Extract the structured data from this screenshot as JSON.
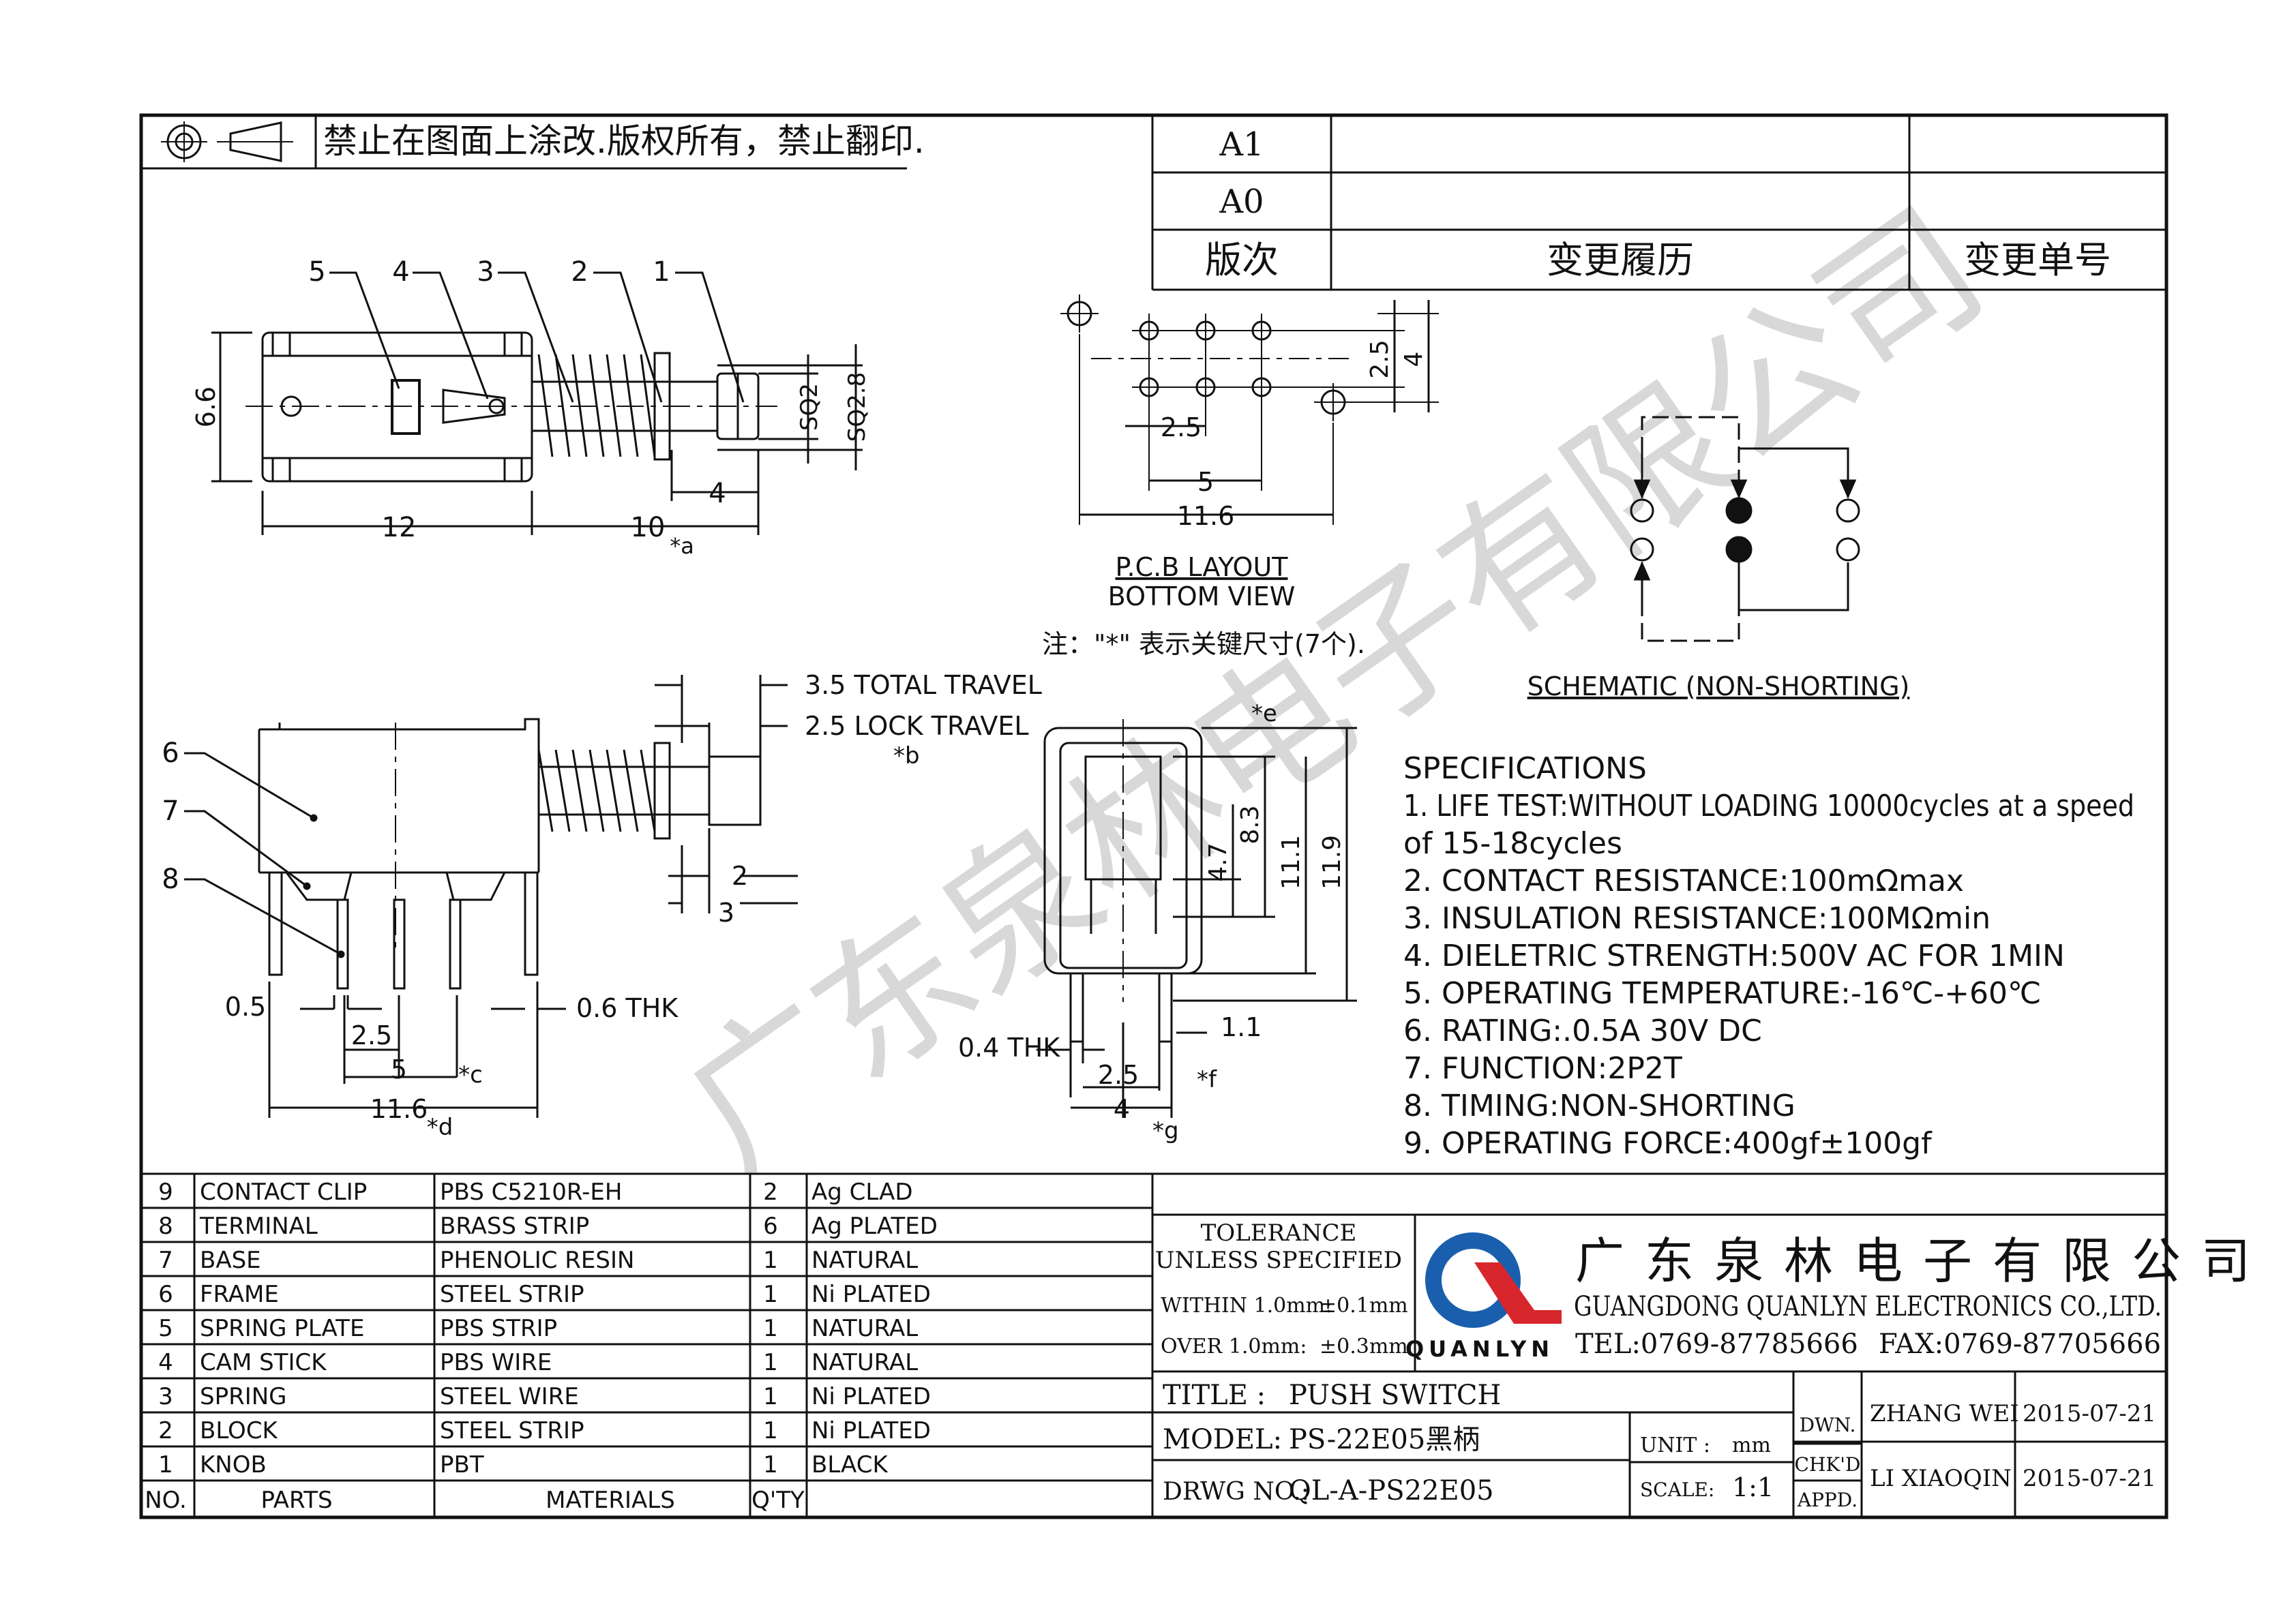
{
  "header": {
    "prohibit_text": "禁止在图面上涂改.版权所有，禁止翻印.",
    "rev_rows": [
      {
        "rev": "A1",
        "history": "",
        "ecn": ""
      },
      {
        "rev": "A0",
        "history": "",
        "ecn": ""
      }
    ],
    "rev_header": {
      "rev": "版次",
      "history": "变更履历",
      "ecn": "变更单号"
    }
  },
  "drawing": {
    "top_view": {
      "callouts": [
        "5",
        "4",
        "3",
        "2",
        "1"
      ],
      "dims": {
        "height": "6.6",
        "length": "12",
        "plunger": "10",
        "plunger_mark": "*a",
        "tip": "4",
        "sq2": "SQ2",
        "sq28": "SQ2.8"
      }
    },
    "pcb": {
      "dims": {
        "pitch_x": "2.5",
        "span5": "5",
        "width": "11.6",
        "pitch_y": "2.5",
        "height4": "4"
      },
      "title": "P.C.B LAYOUT",
      "subtitle": "BOTTOM VIEW",
      "note": "注：\"*\" 表示关键尺寸(7个)."
    },
    "schematic": {
      "title": "SCHEMATIC (NON-SHORTING)"
    },
    "side_view": {
      "callouts": [
        "6",
        "7",
        "8"
      ],
      "travel_total": "3.5 TOTAL TRAVEL",
      "travel_lock": "2.5 LOCK TRAVEL",
      "travel_mark": "*b",
      "dims": {
        "d2": "2",
        "d3": "3",
        "pin_w": "0.5",
        "thk": "0.6 THK",
        "pitch": "2.5",
        "span5": "5",
        "span5_mark": "*c",
        "width": "11.6",
        "width_mark": "*d"
      }
    },
    "end_view": {
      "mark_e": "*e",
      "dims": {
        "h83": "8.3",
        "h47": "4.7",
        "h111": "11.1",
        "h119": "11.9",
        "thk": "0.4 THK",
        "d11": "1.1",
        "pitch": "2.5",
        "pitch_mark": "*f",
        "width": "4",
        "width_mark": "*g"
      }
    },
    "specifications": {
      "title": "SPECIFICATIONS",
      "lines": [
        "1. LIFE TEST:WITHOUT LOADING 10000cycles at a speed",
        "of 15-18cycles",
        "2. CONTACT RESISTANCE:100mΩmax",
        "3. INSULATION RESISTANCE:100MΩmin",
        "4. DIELETRIC STRENGTH:500V AC FOR 1MIN",
        "5. OPERATING TEMPERATURE:-16℃-+60℃",
        "6. RATING:.0.5A 30V DC",
        "7. FUNCTION:2P2T",
        "8. TIMING:NON-SHORTING",
        "9. OPERATING FORCE:400gf±100gf"
      ]
    },
    "watermark": "广东泉林电子有限公司"
  },
  "bom": {
    "header": {
      "no": "NO.",
      "parts": "PARTS",
      "materials": "MATERIALS",
      "qty": "Q'TY"
    },
    "rows": [
      {
        "no": "9",
        "part": "CONTACT CLIP",
        "material": "PBS C5210R-EH",
        "qty": "2",
        "finish": "Ag CLAD"
      },
      {
        "no": "8",
        "part": "TERMINAL",
        "material": "BRASS STRIP",
        "qty": "6",
        "finish": "Ag PLATED"
      },
      {
        "no": "7",
        "part": "BASE",
        "material": "PHENOLIC RESIN",
        "qty": "1",
        "finish": "NATURAL"
      },
      {
        "no": "6",
        "part": "FRAME",
        "material": "STEEL STRIP",
        "qty": "1",
        "finish": "Ni PLATED"
      },
      {
        "no": "5",
        "part": "SPRING PLATE",
        "material": "PBS STRIP",
        "qty": "1",
        "finish": "NATURAL"
      },
      {
        "no": "4",
        "part": "CAM STICK",
        "material": "PBS WIRE",
        "qty": "1",
        "finish": "NATURAL"
      },
      {
        "no": "3",
        "part": "SPRING",
        "material": "STEEL WIRE",
        "qty": "1",
        "finish": "Ni PLATED"
      },
      {
        "no": "2",
        "part": "BLOCK",
        "material": "STEEL STRIP",
        "qty": "1",
        "finish": "Ni PLATED"
      },
      {
        "no": "1",
        "part": "KNOB",
        "material": "PBT",
        "qty": "1",
        "finish": "BLACK"
      }
    ]
  },
  "title_block": {
    "tolerance_title": "TOLERANCE",
    "tolerance_sub": "UNLESS SPECIFIED",
    "within_label": "WITHIN 1.0mm:",
    "within_value": "±0.1mm",
    "over_label": "OVER 1.0mm:",
    "over_value": "±0.3mm",
    "logo_text": "QUANLYN",
    "logo_colors": {
      "blue": "#1a5fae",
      "red": "#d7262c"
    },
    "company_cn": "广东泉林电子有限公司",
    "company_en": "GUANGDONG QUANLYN ELECTRONICS CO.,LTD.",
    "tel": "TEL:0769-87785666",
    "fax": "FAX:0769-87705666",
    "title_label": "TITLE :",
    "title_value": "PUSH SWITCH",
    "model_label": "MODEL:",
    "model_value": "PS-22E05黑柄",
    "drwg_label": "DRWG NO.:",
    "drwg_value": "QL-A-PS22E05",
    "unit_label": "UNIT :",
    "unit_value": "mm",
    "scale_label": "SCALE:",
    "scale_value": "1:1",
    "dwn_label": "DWN.",
    "chkd_label": "CHK'D",
    "appd_label": "APPD.",
    "dwn_name": "ZHANG WEI",
    "dwn_date": "2015-07-21",
    "chk_name": "LI XIAOQIN",
    "chk_date": "2015-07-21"
  }
}
